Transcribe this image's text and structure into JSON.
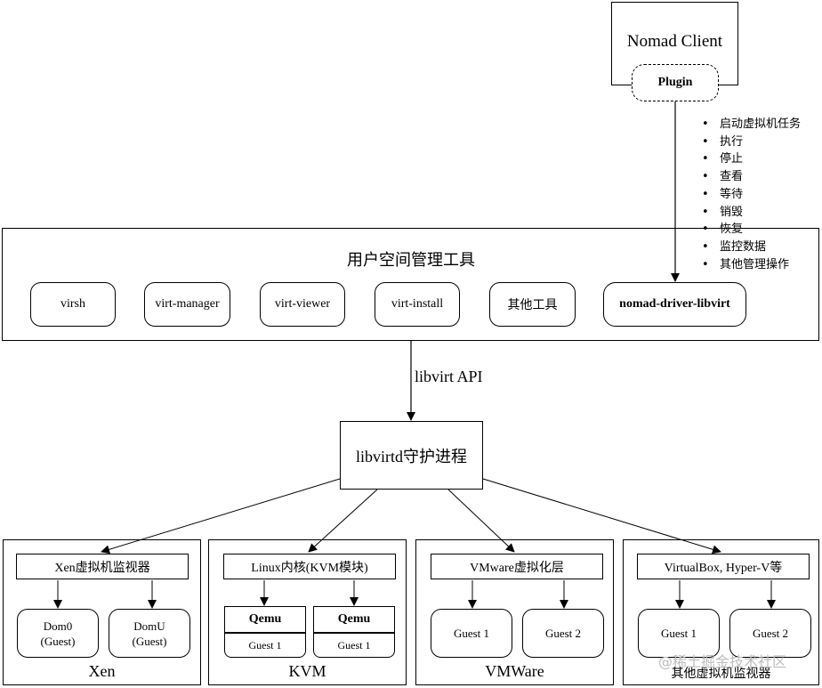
{
  "nomad": {
    "client_label": "Nomad Client",
    "plugin_label": "Plugin"
  },
  "operations": [
    "启动虚拟机任务",
    "执行",
    "停止",
    "查看",
    "等待",
    "销毁",
    "恢复",
    "监控数据",
    "其他管理操作"
  ],
  "user_tools": {
    "title": "用户空间管理工具",
    "items": [
      "virsh",
      "virt-manager",
      "virt-viewer",
      "virt-install",
      "其他工具",
      "nomad-driver-libvirt"
    ]
  },
  "api_label": "libvirt API",
  "daemon_label": "libvirtd守护进程",
  "hypervisors": [
    {
      "name": "Xen",
      "header": "Xen虚拟机监视器",
      "guests": [
        "Dom0\n(Guest)",
        "DomU\n(Guest)"
      ]
    },
    {
      "name": "KVM",
      "header": "Linux内核(KVM模块)",
      "qemu": [
        "Qemu",
        "Qemu"
      ],
      "guests": [
        "Guest 1",
        "Guest 1"
      ]
    },
    {
      "name": "VMWare",
      "header": "VMware虚拟化层",
      "guests": [
        "Guest 1",
        "Guest 2"
      ]
    },
    {
      "name": "其他虚拟机监视器",
      "header": "VirtualBox, Hyper-V等",
      "guests": [
        "Guest 1",
        "Guest 2"
      ]
    }
  ],
  "watermark": "@稀土掘金技术社区"
}
